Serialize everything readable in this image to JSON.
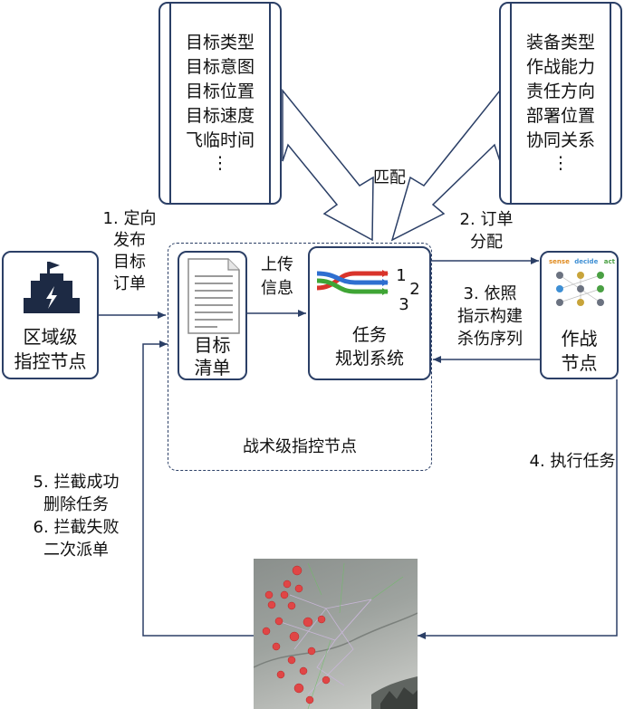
{
  "target_attributes": [
    "目标类型",
    "目标意图",
    "目标位置",
    "目标速度",
    "飞临时间",
    "⋮"
  ],
  "combat_attributes": [
    "装备类型",
    "作战能力",
    "责任方向",
    "部署位置",
    "协同关系",
    "⋮"
  ],
  "match_label": "匹配",
  "regional_node": {
    "line1": "区域级",
    "line2": "指控节点"
  },
  "tactical_node_label": "战术级指控节点",
  "target_list": {
    "line1": "目标",
    "line2": "清单"
  },
  "upload_label": {
    "line1": "上传",
    "line2": "信息"
  },
  "planning_system": {
    "line1": "任务",
    "line2": "规划系统",
    "nums": [
      "1",
      "2",
      "3"
    ]
  },
  "combat_node": {
    "line1": "作战",
    "line2": "节点",
    "icon_words": [
      "sense",
      "decide",
      "act"
    ]
  },
  "step1": {
    "line1": "1. 定向",
    "line2": "发布",
    "line3": "目标",
    "line4": "订单"
  },
  "step2": {
    "line1": "2. 订单",
    "line2": "分配"
  },
  "step3": {
    "line1": "3. 依照",
    "line2": "指示构建",
    "line3": "杀伤序列"
  },
  "step4": "4. 执行任务",
  "step56": {
    "line1": "5. 拦截成功",
    "line2": "删除任务",
    "line3": "6. 拦截失败",
    "line4": "二次派单"
  },
  "colors": {
    "border": "#2b3f66",
    "arrow_red": "#d9342b",
    "arrow_blue": "#2e6fd0",
    "arrow_green": "#3fa535",
    "icon_dark": "#1d2a44"
  }
}
